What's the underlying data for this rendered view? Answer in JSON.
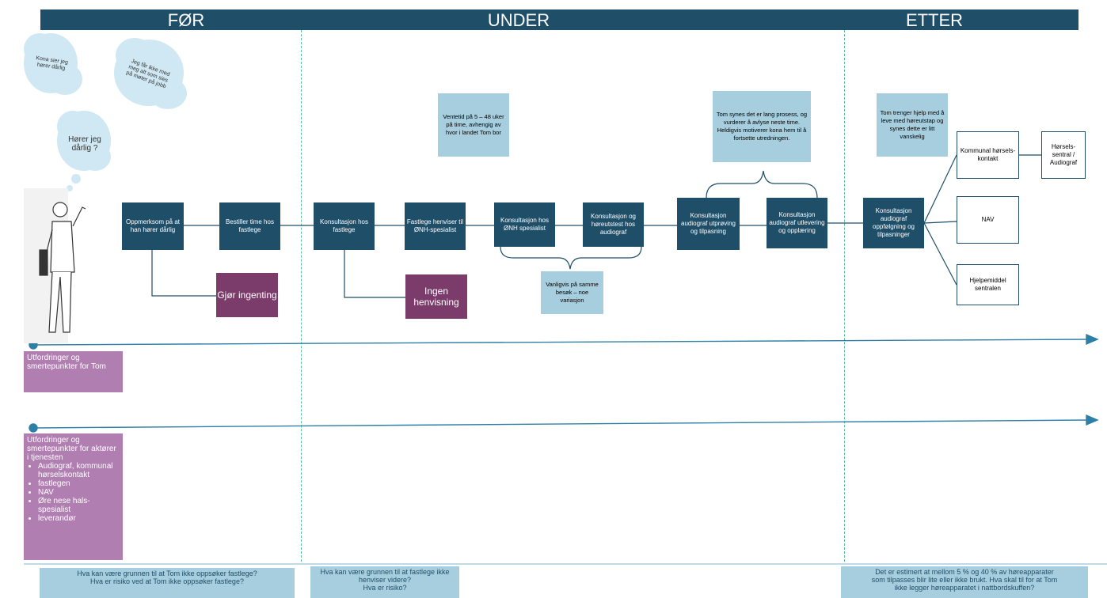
{
  "phases": {
    "before": "FØR",
    "during": "UNDER",
    "after": "ETTER"
  },
  "thoughts": {
    "cloud1": "Kona sier jeg hører dårlig",
    "cloud2": "Jeg får ikke med meg alt som sies på møter på jobb",
    "cloud3": "Hører jeg dårlig ?"
  },
  "nodes": {
    "n1": "Oppmerksom på at han hører dårlig",
    "n2": "Bestiller time hos fastlege",
    "n3": "Konsultasjon hos fastlege",
    "n4": "Fastlege henviser til ØNH-spesialist",
    "n5": "Konsultasjon hos ØNH spesialist",
    "n6": "Konsultasjon og høreutstest hos audiograf",
    "n7": "Konsultasjon audiograf utprøving og tilpasning",
    "n8": "Konsultasjon audiograf utlevering og opplæring",
    "n9": "Konsultasjon audiograf oppfølgning og tilpasninger"
  },
  "outcomes": {
    "o1": "Gjør ingenting",
    "o2": "Ingen henvisning"
  },
  "notes": {
    "waiting": "Ventetid på 5 – 48 uker på time, avhengig av hvor i landet Tom bor",
    "visits": "Vanligvis på samme besøk – noe variasjon",
    "long_process": "Tom synes det er lang prosess, og vurderer å avlyse neste time. Heldigvis motiverer kona hem til å fortsette utredningen.",
    "help": "Tom trenger hjelp med å leve med høreutstap og synes dette er litt vanskelig"
  },
  "support": {
    "s1": "Kommunal hørsels-kontakt",
    "s2": "NAV",
    "s3": "Hjelpemiddel sentralen",
    "s4": "Hørsels-sentral / Audiograf"
  },
  "lanes": {
    "tom": "Utfordringer og smertepunkter for Tom",
    "actors_title": "Utfordringer og smertepunkter for aktører i tjenesten",
    "actors": [
      "Audiograf, kommunal hørselskontakt",
      "fastlegen",
      "NAV",
      "Øre nese hals-spesialist",
      "leverandør"
    ]
  },
  "questions": {
    "q1_line1": "Hva kan være grunnen til at Tom ikke oppsøker fastlege?",
    "q1_line2": "Hva er risiko ved at Tom ikke oppsøker fastlege?",
    "q2_line1": "Hva kan være grunnen til at fastlege ikke henviser videre?",
    "q2_line2": "Hva er risiko?",
    "q3_line1": "Det er estimert at mellom 5 % og 40 % av høreapparater",
    "q3_line2": "som tilpasses blir lite eller ikke brukt. Hva skal til for at Tom",
    "q3_line3": "ikke legger høreapparatet i nattbordskuffen?"
  },
  "colors": {
    "navy": "#1f4e68",
    "purple": "#7b3b6b",
    "lane": "#b07eb0",
    "note": "#a7cede",
    "arrow": "#2e7fa6",
    "divider": "#5bbf97"
  }
}
